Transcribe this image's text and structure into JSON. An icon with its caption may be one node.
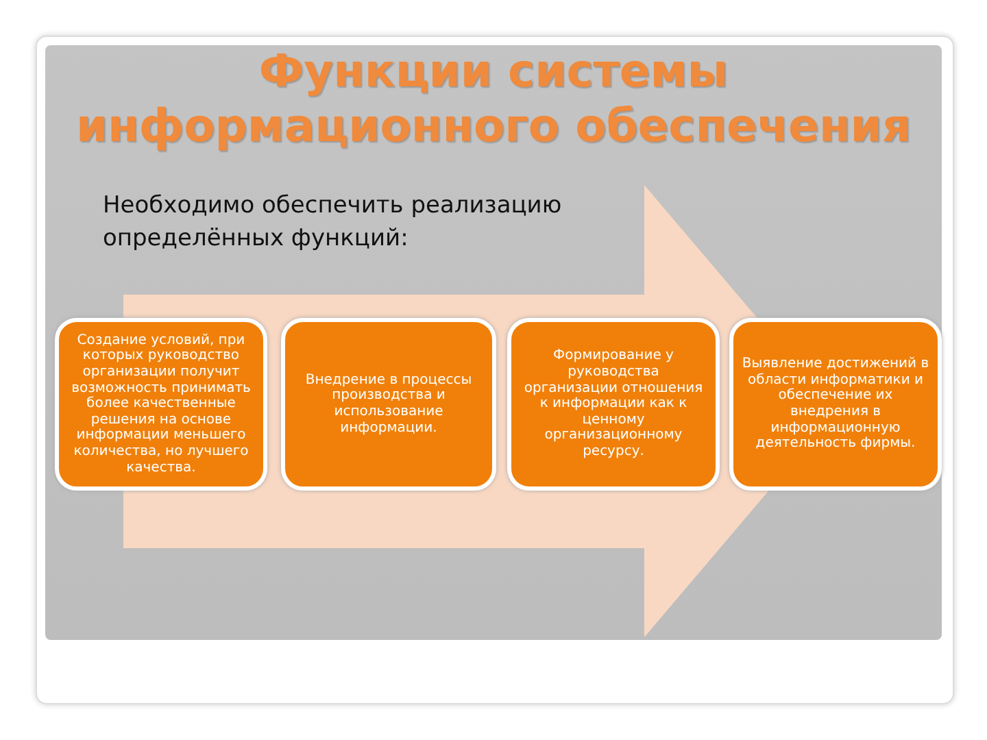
{
  "diagram": {
    "title": "Функции системы информационного обеспечения",
    "nodes": [
      {
        "text": [
          "Создание условий, при которых руководство организации получит возможность принимать более качественные решения на основе информации меньшего количества, но лучшего качества."
        ]
      },
      {
        "text": [
          "Внедрение в процессы производства и использование информации."
        ]
      },
      {
        "text": [
          "Формирование у руководства организации отношения к информации как к ценному организационному ресурсу."
        ]
      },
      {
        "text": [
          "Выявление достижений в области информатики и обеспечение их внедрения в информационную деятельность фирмы."
        ]
      }
    ],
    "edges": [
      {
        "from": 0,
        "to": 3,
        "arrow": "to"
      }
    ],
    "labels": [
      "Необходимо обеспечить реализацию определённых функций:"
    ]
  }
}
